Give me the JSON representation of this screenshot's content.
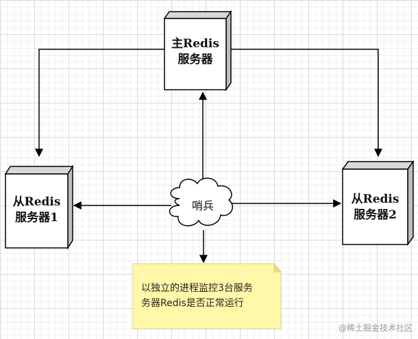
{
  "nodes": {
    "master": {
      "line1": "主Redis",
      "line2": "服务器"
    },
    "slave1": {
      "line1": "从Redis",
      "line2": "服务器1"
    },
    "slave2": {
      "line1": "从Redis",
      "line2": "服务器2"
    },
    "sentinel": {
      "label": "哨兵"
    }
  },
  "note": {
    "line1": "以独立的进程监控3台服务",
    "line2": "务器Redis是否正常运行"
  },
  "watermark": "@稀土掘金技术社区",
  "colors": {
    "box_fill": "#ffffff",
    "box_border": "#000000",
    "note_fill": "#fff8a8",
    "edge": "#000000"
  }
}
